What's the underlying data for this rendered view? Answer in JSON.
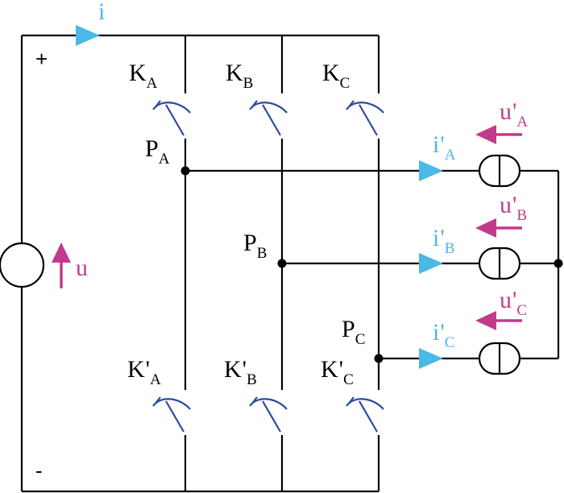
{
  "colors": {
    "wire": "#000000",
    "current": "#4BB8E6",
    "voltage": "#C13B8C",
    "switch": "#2E4A9E"
  },
  "labels": {
    "source_current": "i",
    "source_voltage": "u",
    "plus": "+",
    "minus": "-",
    "prime": "'",
    "upper_switch": "K",
    "lower_switch": "K",
    "node": "P",
    "branch_current": "i",
    "branch_voltage": "u"
  },
  "phases": [
    {
      "id": "a",
      "sub": "A"
    },
    {
      "id": "b",
      "sub": "B"
    },
    {
      "id": "c",
      "sub": "C"
    }
  ],
  "icons": {
    "source": "voltage-source-icon",
    "load": "current-source-icon",
    "switch": "switch-icon",
    "arrow": "arrow-icon"
  }
}
